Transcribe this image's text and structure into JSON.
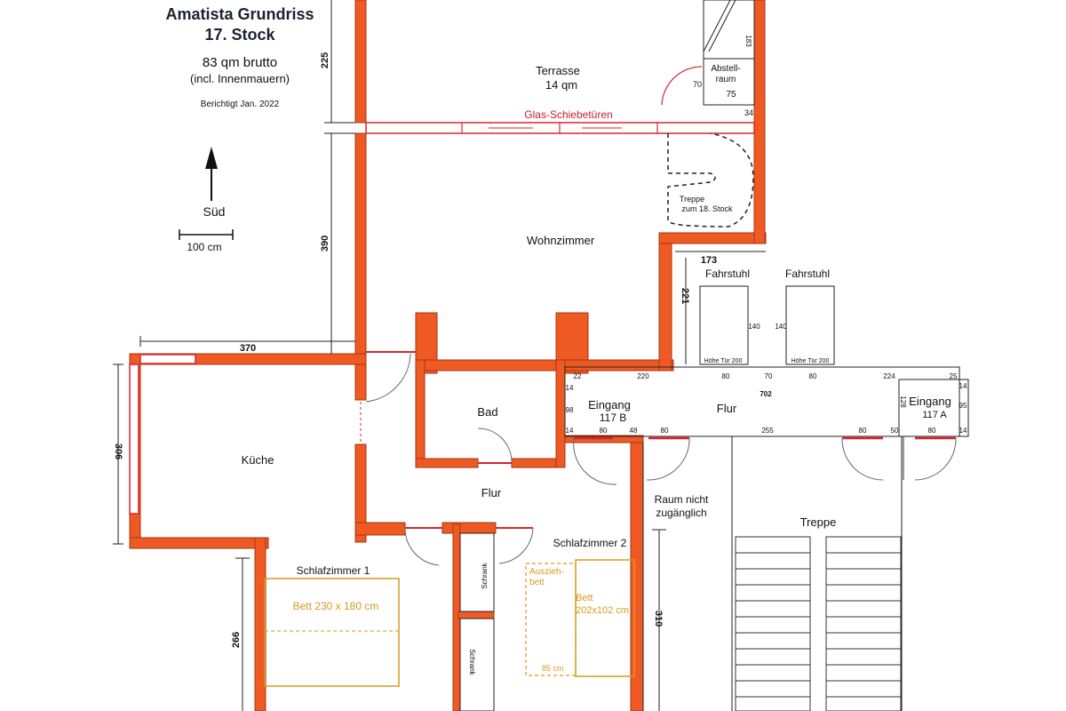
{
  "header": {
    "title": "Amatista Grundriss",
    "floor": "17. Stock",
    "area": "83 qm brutto",
    "area_note": "(incl. Innenmauern)",
    "corrected": "Berichtigt Jan. 2022"
  },
  "legend": {
    "north_label": "Süd",
    "scale_label": "100 cm"
  },
  "rooms": {
    "terrace": "Terrasse",
    "terrace_area": "14 qm",
    "storage_1": "Abstell-",
    "storage_2": "raum",
    "living": "Wohnzimmer",
    "kitchen": "Küche",
    "bath": "Bad",
    "hall_inner": "Flur",
    "hall_outer": "Flur",
    "entrance_b_1": "Eingang",
    "entrance_b_2": "117 B",
    "entrance_a_1": "Eingang",
    "entrance_a_2": "117 A",
    "bedroom1": "Schlafzimmer 1",
    "bedroom2": "Schlafzimmer 2",
    "no_access_1": "Raum nicht",
    "no_access_2": "zugänglich",
    "staircase": "Treppe",
    "elevator_1": "Fahrstuhl",
    "elevator_2": "Fahrstuhl",
    "stairs_up_1": "Treppe",
    "stairs_up_2": "zum 18. Stock",
    "wardrobe_1": "Schrank",
    "wardrobe_2": "Schrank"
  },
  "annotations": {
    "glass_doors": "Glas-Schiebetüren",
    "bed1": "Bett 230 x 180 cm",
    "bed2_1": "Bett",
    "bed2_2": "202x102 cm",
    "sofa_bed_1": "Auszieh-",
    "sofa_bed_2": "bett",
    "sofa_width": "85 cm",
    "door_height_1": "Höhe Tür 200",
    "door_height_2": "Höhe Tür 200"
  },
  "dimensions": {
    "d225": "225",
    "d390": "390",
    "d370": "370",
    "d306": "306",
    "d266": "266",
    "d310": "310",
    "d173": "173",
    "d221": "221",
    "d183": "183",
    "d75": "75",
    "d70": "70",
    "d34": "34",
    "d140a": "140",
    "d140b": "140",
    "d22": "22",
    "d220": "220",
    "d80a": "80",
    "d70b": "70",
    "d80b": "80",
    "d224": "224",
    "d25": "25",
    "d14a": "14",
    "d98": "98",
    "d14b": "14",
    "d80c": "80",
    "d48": "48",
    "d80d": "80",
    "d702": "702",
    "d255": "255",
    "d80e": "80",
    "d50": "50",
    "d80f": "80",
    "d14c": "14",
    "d14d": "14",
    "d95": "95",
    "d128": "128"
  },
  "colors": {
    "wall": "#ef5a24",
    "wall_outline": "#a33712",
    "door_red": "#d8262f",
    "bed_orange": "#d99a1e"
  }
}
